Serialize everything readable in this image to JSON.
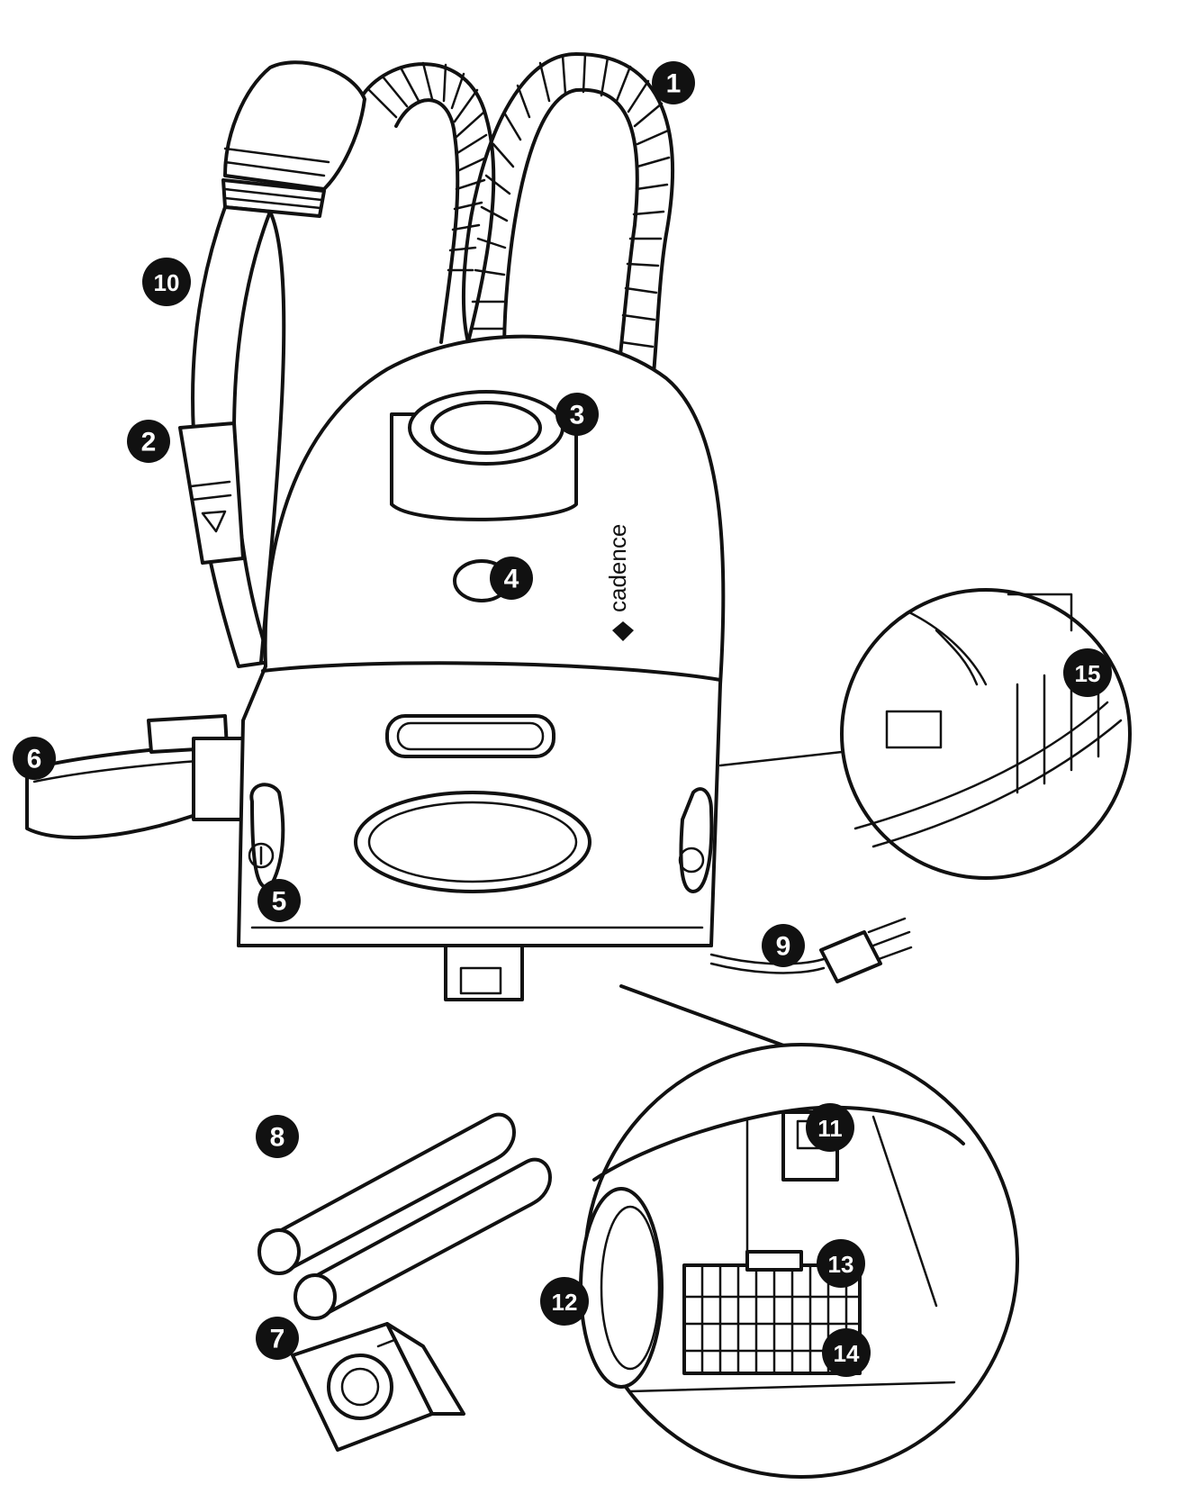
{
  "brand": {
    "text": "cadence"
  },
  "callouts": [
    "1",
    "2",
    "3",
    "4",
    "5",
    "6",
    "7",
    "8",
    "9",
    "10",
    "11",
    "12",
    "13",
    "14",
    "15"
  ],
  "colors": {
    "ink": "#111111",
    "paper": "#ffffff"
  }
}
